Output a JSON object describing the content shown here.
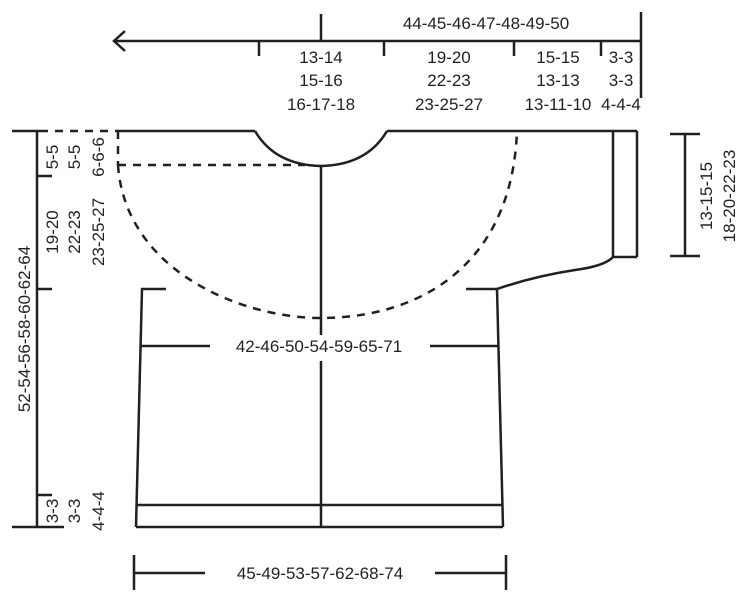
{
  "diagram": {
    "type": "knitting-schematic",
    "subject": "top-down cardigan with round yoke, half body and sleeve",
    "unit": "cm",
    "stroke_color": "#231f20",
    "background_color": "#ffffff"
  },
  "top_measurements": {
    "overall": "44-45-46-47-48-49-50",
    "segments": [
      {
        "id": "neck",
        "lines": [
          "13-14",
          "15-16",
          "16-17-18"
        ]
      },
      {
        "id": "shoulder",
        "lines": [
          "19-20",
          "22-23",
          "23-25-27"
        ]
      },
      {
        "id": "sleeve",
        "lines": [
          "15-15",
          "13-13",
          "13-11-10"
        ]
      },
      {
        "id": "cuff",
        "lines": [
          "3-3",
          "3-3",
          "4-4-4"
        ]
      }
    ]
  },
  "left_measurements": {
    "total_length": "52-54-56-58-60-62-64",
    "yoke_top": [
      "5-5",
      "5-5",
      "6-6-6"
    ],
    "yoke": [
      "19-20",
      "22-23",
      "23-25-27"
    ],
    "hem": [
      "3-3",
      "3-3",
      "4-4-4"
    ]
  },
  "sleeve_length": [
    "13-15-15",
    "18-20-22-23"
  ],
  "chest_width": "42-46-50-54-59-65-71",
  "bottom_width": "45-49-53-57-62-68-74"
}
